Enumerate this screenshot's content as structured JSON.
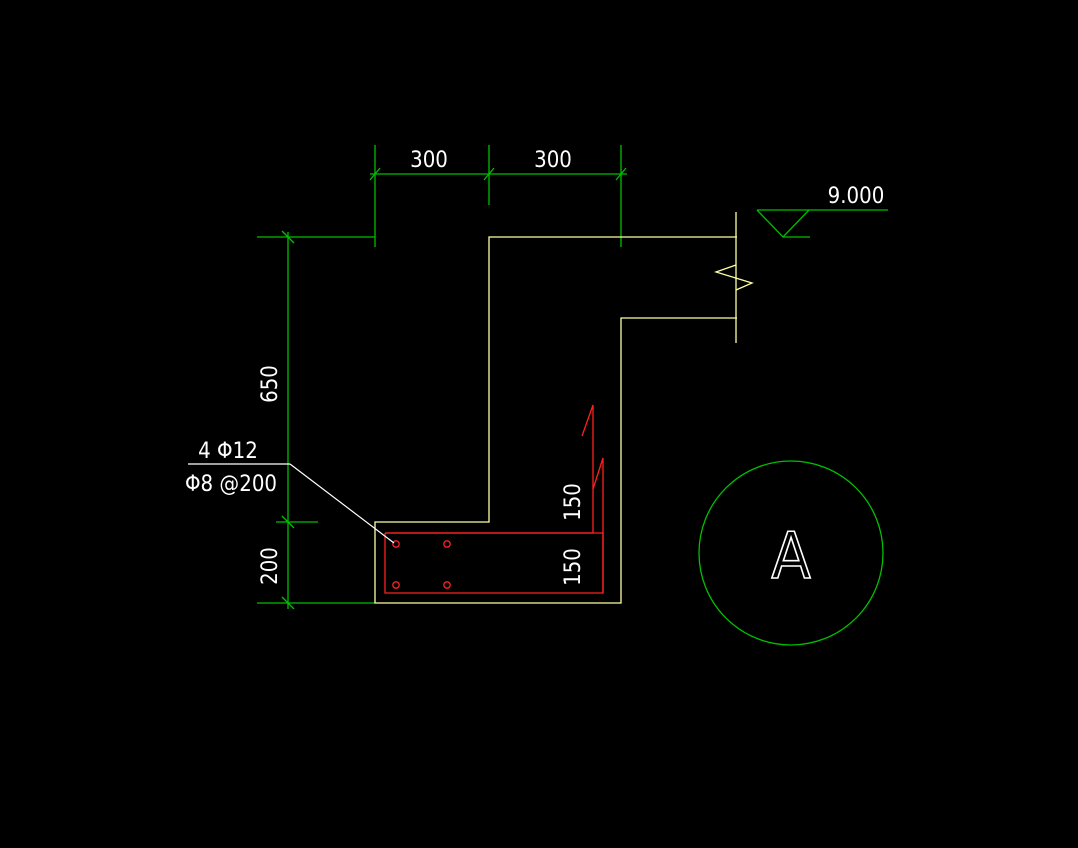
{
  "dimensions": {
    "top_left": "300",
    "top_right": "300",
    "left_upper": "650",
    "left_lower": "200"
  },
  "elevation": "9.000",
  "rebar": {
    "main": "4 Φ12",
    "stirrup": "Φ8 @200"
  },
  "hooks": {
    "upper": "150",
    "lower": "150"
  },
  "detail_label": "A",
  "colors": {
    "background": "#000000",
    "dimension": "#00c000",
    "outline": "#ffffa0",
    "rebar": "#ff2020",
    "text": "#ffffff",
    "leader": "#ffffff"
  }
}
